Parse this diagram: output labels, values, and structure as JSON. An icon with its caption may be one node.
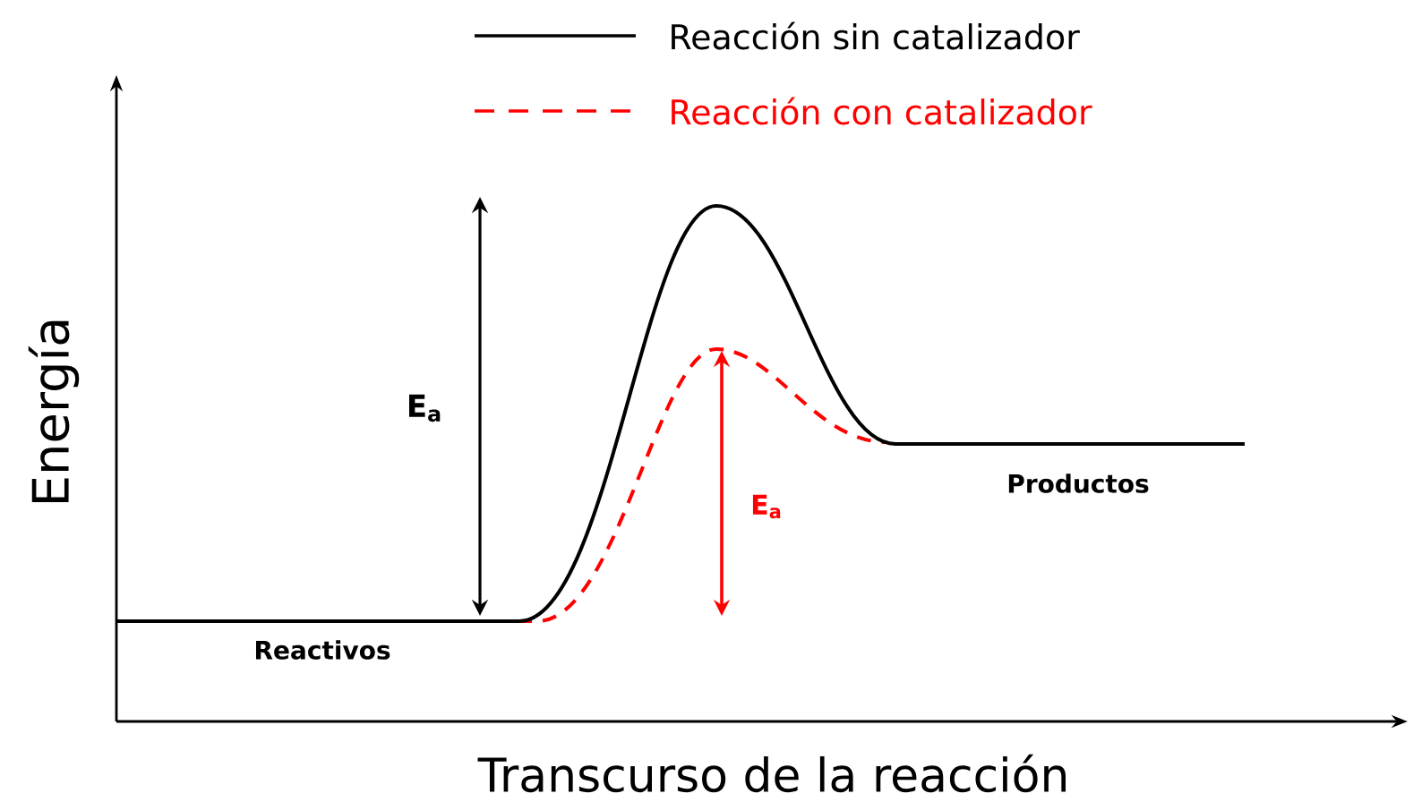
{
  "diagram": {
    "labels": [
      "E$_{a}$",
      "E$_{a}$",
      "Productos",
      "Energía",
      "Reactivos",
      "Transcurso de la reacción"
    ],
    "legend": [
      {
        "text": "Reacción sin catalizador"
      },
      {
        "text": "Reacción con catalizador"
      }
    ]
  }
}
